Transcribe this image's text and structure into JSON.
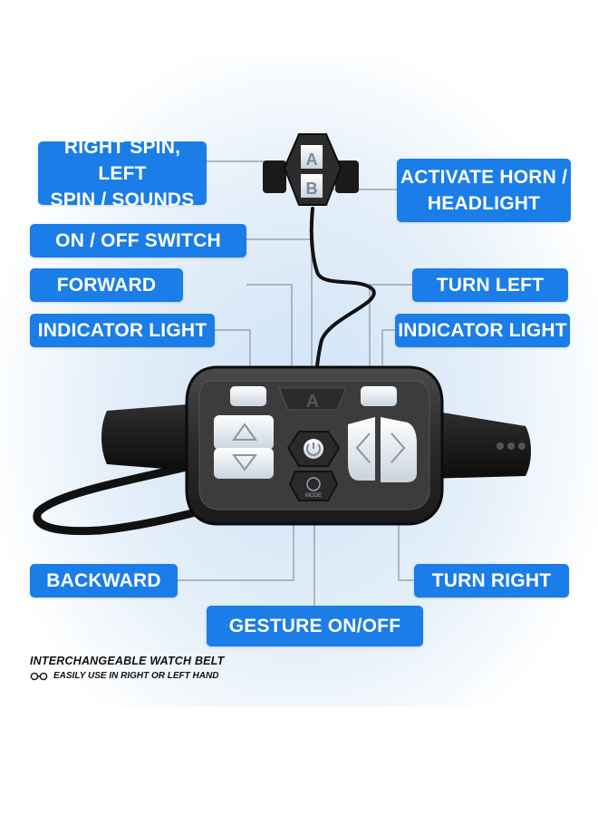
{
  "colors": {
    "label_bg": "#1a7de8",
    "label_text": "#ffffff",
    "device_body": "#2b2b2b",
    "connector_line": "#9aa3ad"
  },
  "labels": {
    "right_spin": "RIGHT SPIN, LEFT\nSPIN / SOUNDS",
    "activate_horn": "ACTIVATE HORN /\nHEADLIGHT",
    "on_off_switch": "ON / OFF SWITCH",
    "forward": "FORWARD",
    "turn_left": "TURN LEFT",
    "indicator_light_left": "INDICATOR LIGHT",
    "indicator_light_right": "INDICATOR LIGHT",
    "backward": "BACKWARD",
    "turn_right": "TURN RIGHT",
    "gesture_on_off": "GESTURE ON/OFF"
  },
  "remote": {
    "button_a": "A",
    "button_b": "B"
  },
  "device": {
    "logo_letter": "A",
    "mode_text": "MODE"
  },
  "footer": {
    "title": "INTERCHANGEABLE WATCH BELT",
    "subtitle": "EASILY USE IN RIGHT OR LEFT HAND",
    "icon": "glasses-icon"
  }
}
